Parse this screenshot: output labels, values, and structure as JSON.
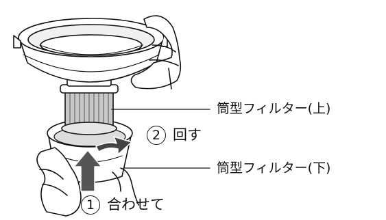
{
  "labels": {
    "filter_upper": "筒型フィルター(上)",
    "filter_lower": "筒型フィルター(下)"
  },
  "steps": [
    {
      "number": "2",
      "text": "回す"
    },
    {
      "number": "1",
      "text": "合わせて"
    }
  ]
}
